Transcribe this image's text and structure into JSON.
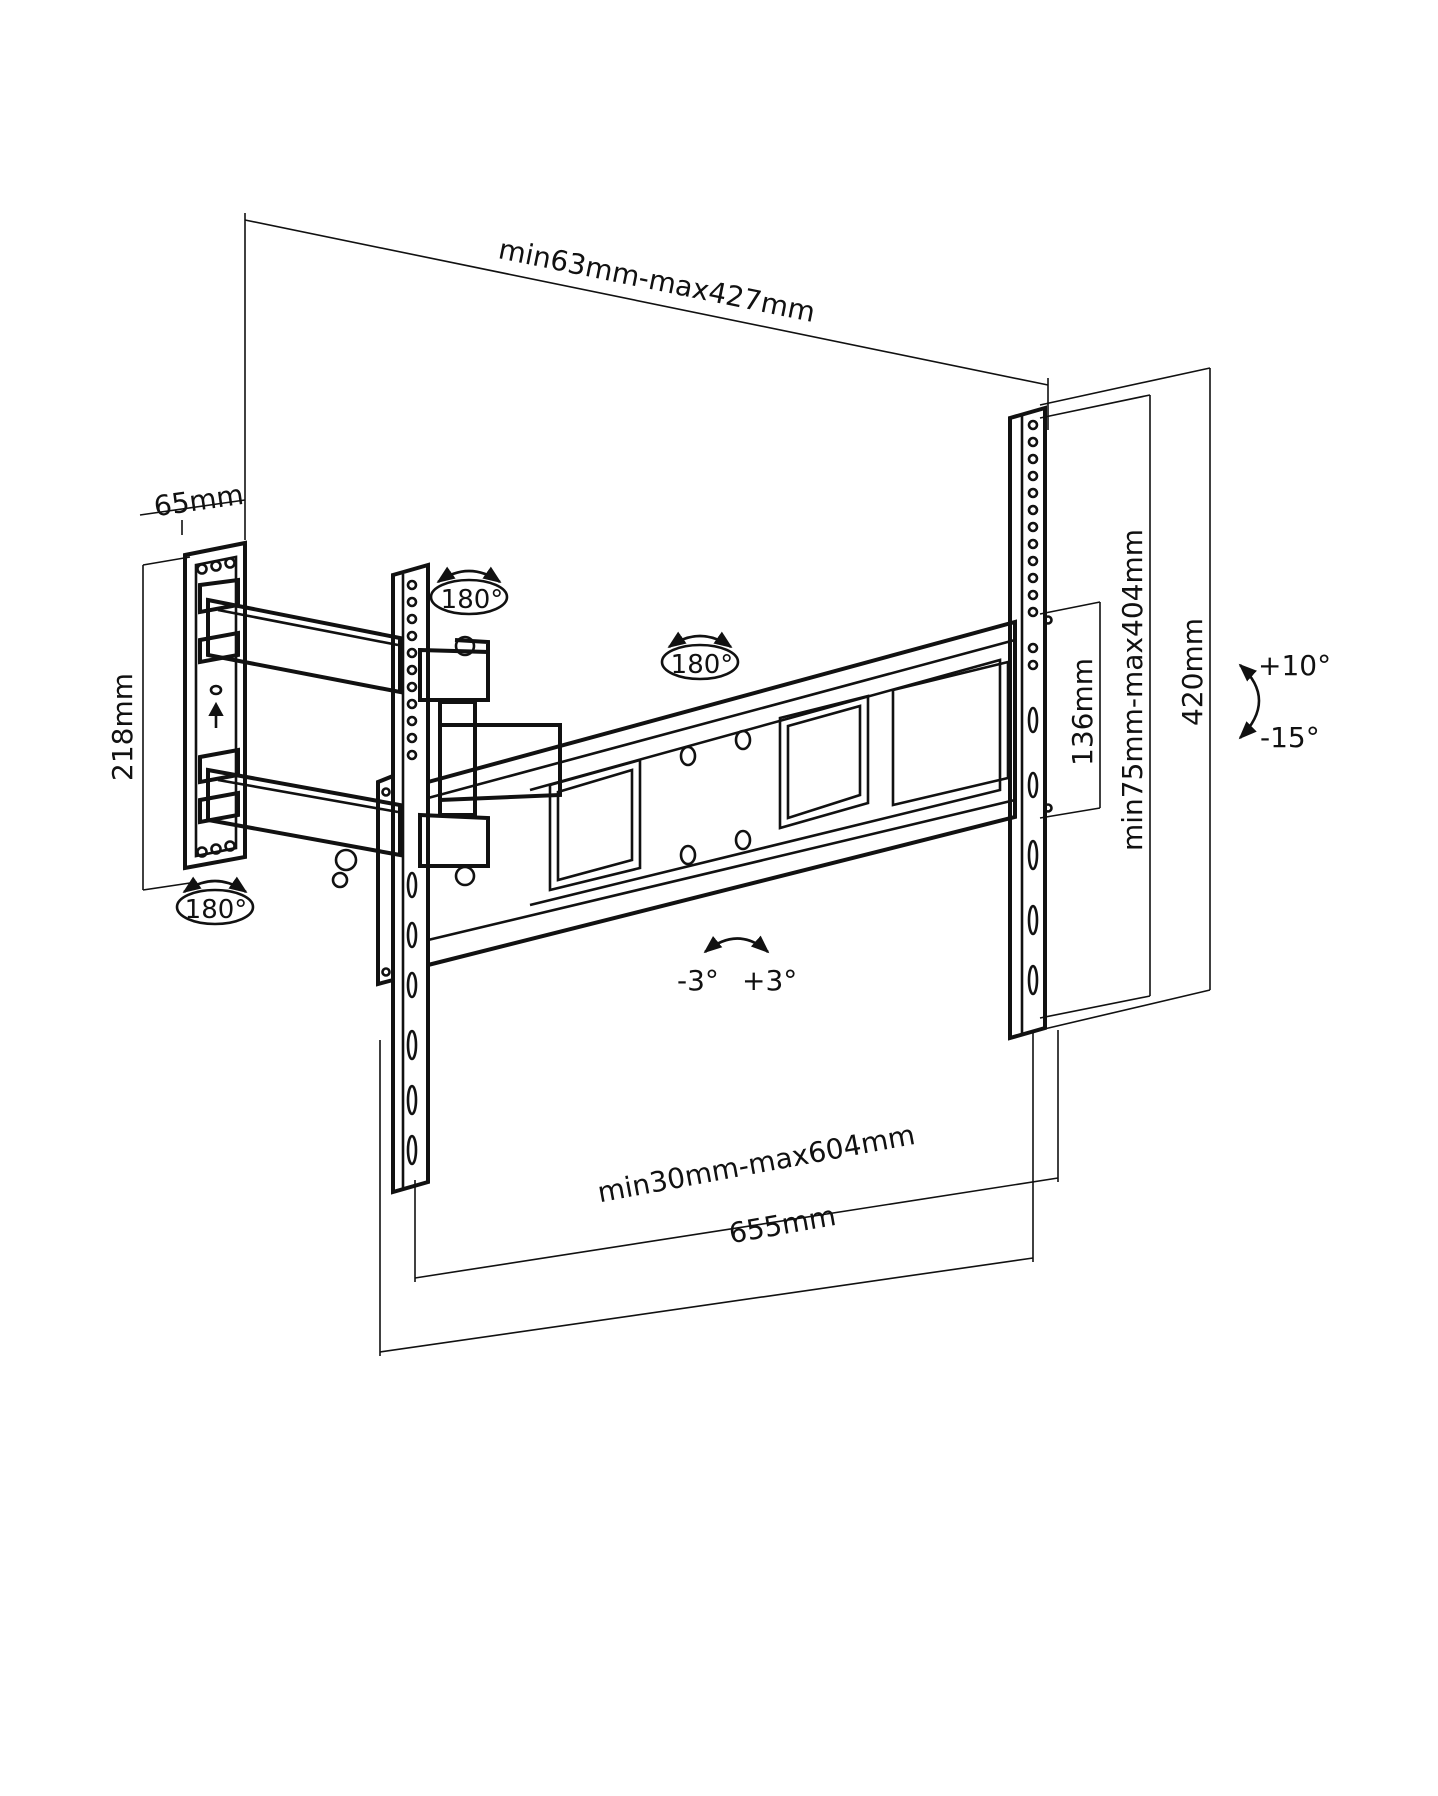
{
  "dimensions": {
    "arm_extension": "min63mm-max427mm",
    "wall_plate_depth": "65mm",
    "wall_plate_height": "218mm",
    "inner_vertical_spacing": "136mm",
    "vertical_spacing_range": "min75mm-max404mm",
    "bracket_height": "420mm",
    "horizontal_spacing_range": "min30mm-max604mm",
    "overall_width": "655mm"
  },
  "rotations": {
    "wall_plate_swivel": "180°",
    "arm_swivel": "180°",
    "crossbar_swivel": "180°",
    "tilt_up": "+10°",
    "tilt_down": "-15°",
    "level_minus": "-3°",
    "level_plus": "+3°"
  },
  "colors": {
    "line": "#111111",
    "background": "#ffffff"
  },
  "icons": [
    "rotation-arrow-icon",
    "tilt-arrow-icon",
    "level-arrow-icon",
    "up-arrow-icon"
  ]
}
